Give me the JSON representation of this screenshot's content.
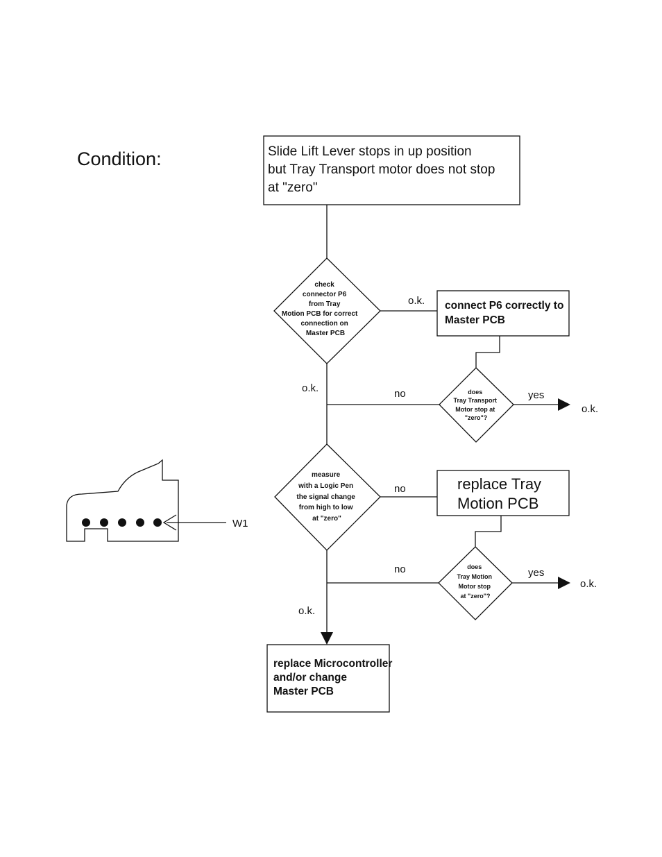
{
  "condition_heading": "Condition:",
  "condition_box": [
    "Slide Lift Lever stops in up position",
    "but Tray Transport motor does not stop",
    "at \"zero\""
  ],
  "decision_check_connector": [
    "check",
    "connector P6",
    "from  Tray",
    "Motion PCB  for correct",
    "connection on",
    "Master PCB"
  ],
  "action_connect_p6": [
    "connect P6 correctly to",
    "Master PCB"
  ],
  "decision_tray_transport": [
    "does",
    "Tray Transport",
    "Motor stop at",
    "\"zero\"?"
  ],
  "decision_measure": [
    "measure",
    "with a Logic Pen",
    "the signal change",
    "from high to low",
    "at \"zero\""
  ],
  "action_replace_tray_motion": [
    "replace Tray",
    "Motion PCB"
  ],
  "decision_tray_motion": [
    "does",
    "Tray Motion",
    "Motor stop",
    "at \"zero\"?"
  ],
  "action_replace_micro": [
    "replace Microcontroller",
    "and/or change",
    "Master PCB"
  ],
  "labels": {
    "ok_1": "o.k.",
    "ok_2": "o.k.",
    "no_1": "no",
    "yes_1": "yes",
    "result_ok_1": "o.k.",
    "no_2": "no",
    "no_3": "no",
    "yes_2": "yes",
    "result_ok_2": "o.k.",
    "ok_3": "o.k.",
    "w1": "W1"
  }
}
